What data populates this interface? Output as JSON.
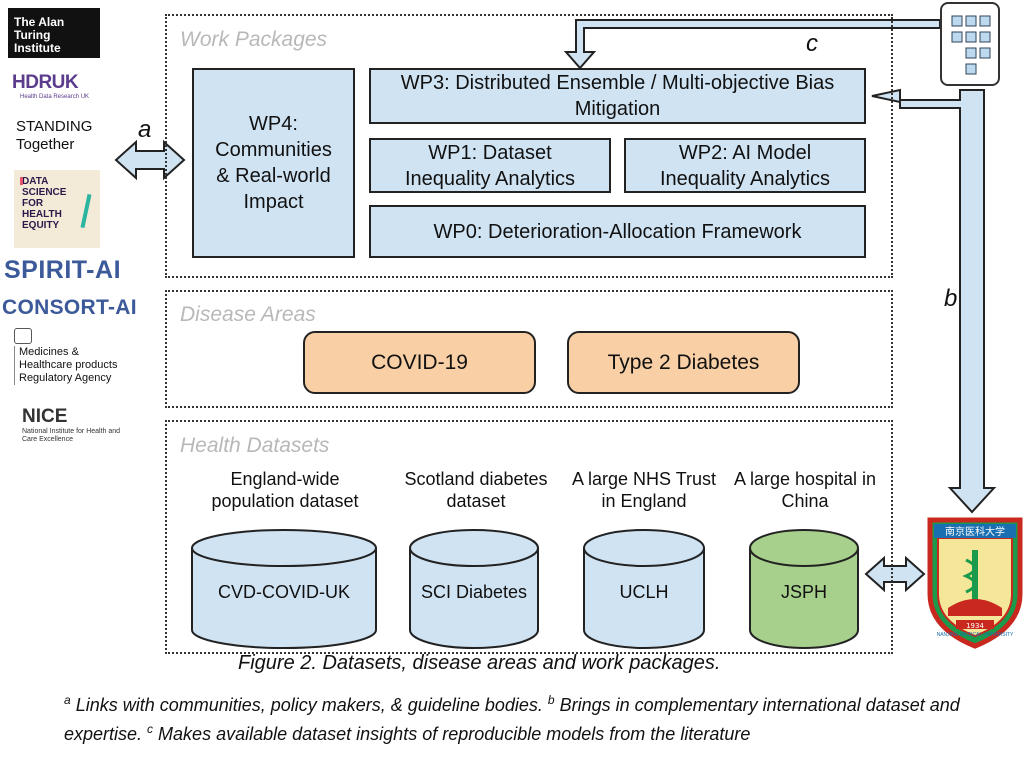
{
  "logos": {
    "turing": "The Alan Turing Institute",
    "hdruk": "HDRUK",
    "hdruk_sub": "Health Data Research UK",
    "standing": "STANDING Together",
    "dsfhe": [
      "DATA",
      "SCIENCE",
      "FOR",
      "HEALTH",
      "EQUITY"
    ],
    "spirit": "SPIRIT-AI",
    "consort": "CONSORT-AI",
    "mhra": "Medicines & Healthcare products Regulatory Agency",
    "nice": "NICE",
    "nice_sub": "National Institute for Health and Care Excellence",
    "njmu_top": "南京医科大学",
    "njmu_ring": "NANJING MEDICAL UNIVERSITY",
    "njmu_year": "1934"
  },
  "arrows": {
    "a": "a",
    "b": "b",
    "c": "c"
  },
  "work_packages": {
    "title": "Work Packages",
    "wp4": "WP4: Communities & Real-world Impact",
    "wp3": "WP3: Distributed Ensemble / Multi-objective Bias Mitigation",
    "wp1": "WP1: Dataset Inequality Analytics",
    "wp2": "WP2: AI Model Inequality Analytics",
    "wp0": "WP0: Deterioration-Allocation Framework"
  },
  "disease_areas": {
    "title": "Disease Areas",
    "items": [
      "COVID-19",
      "Type 2 Diabetes"
    ]
  },
  "health_datasets": {
    "title": "Health Datasets",
    "items": [
      {
        "label": "England-wide population dataset",
        "name": "CVD-COVID-UK",
        "color": "#cfe3f3"
      },
      {
        "label": "Scotland diabetes dataset",
        "name": "SCI Diabetes",
        "color": "#cfe3f3"
      },
      {
        "label": "A large NHS Trust in England",
        "name": "UCLH",
        "color": "#cfe3f3"
      },
      {
        "label": "A large hospital in China",
        "name": "JSPH",
        "color": "#a8d08d"
      }
    ]
  },
  "caption": "Figure 2. Datasets, disease areas and work packages.",
  "footnotes": {
    "a_mark": "a",
    "a": " Links with communities, policy makers, & guideline bodies. ",
    "b_mark": "b",
    "b": " Brings in complementary international dataset and expertise. ",
    "c_mark": "c",
    "c": " Makes available dataset insights of reproducible models from the literature"
  },
  "colors": {
    "wp_box": "#cfe3f3",
    "disease_box": "#f9cfa6",
    "jsph": "#a8d08d",
    "arrow_fill": "#cfe3f3"
  }
}
